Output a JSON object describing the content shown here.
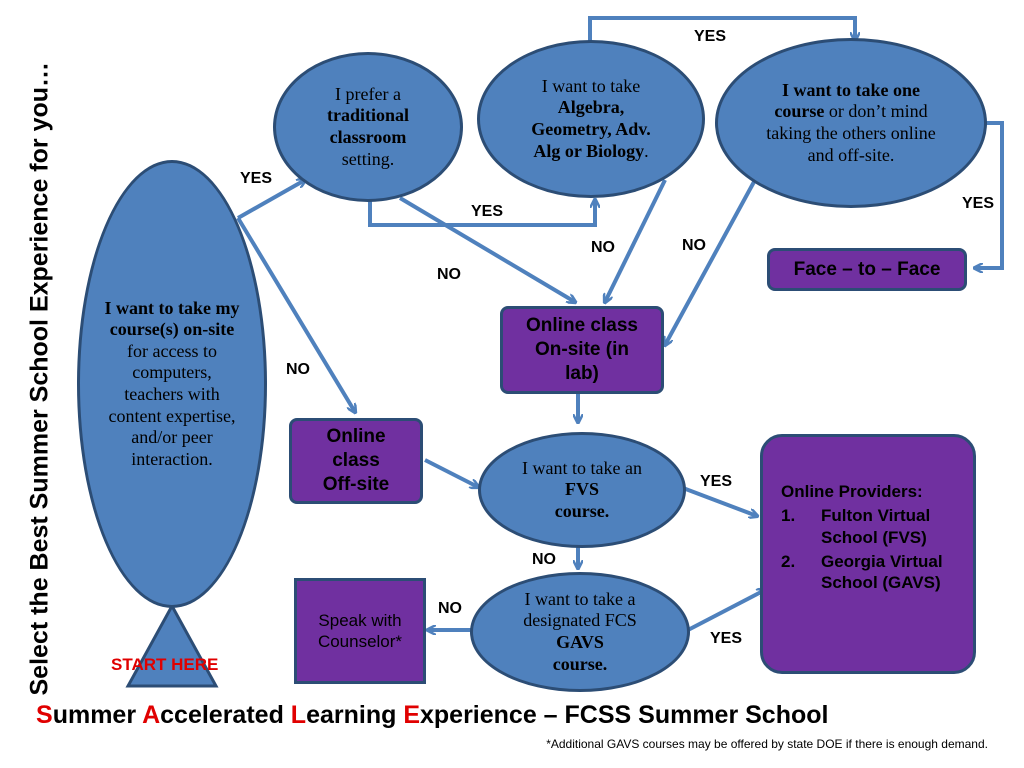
{
  "side_title": "Select the Best Summer School Experience for you…",
  "start_label": "START HERE",
  "nodes": {
    "onsite": {
      "pre": "I want to take my course(s) on-site",
      "post": " for access to computers, teachers with content expertise, and/or peer interaction."
    },
    "traditional": {
      "l1": "I prefer a",
      "b1": "traditional classroom",
      "l3": "setting."
    },
    "algebra": {
      "l1": "I want to take",
      "b1": "Algebra, Geometry, Adv. Alg or Biology",
      "post": "."
    },
    "one_course": {
      "b1": "I want to take one course",
      "post": " or don’t mind taking the others online and off-site."
    },
    "fvs": {
      "l1": "I want to take an ",
      "b1": "FVS",
      "b2": "course."
    },
    "gavs": {
      "l1": "I want to take a designated FCS ",
      "b1": "GAVS",
      "b2": "course."
    },
    "face": "Face – to – Face",
    "online_onsite": "Online class On-site (in lab)",
    "online_offsite": "Online class Off-site",
    "counselor": "Speak with Counselor*",
    "providers": {
      "title": "Online Providers:",
      "items": [
        {
          "num": "1.",
          "text": "Fulton Virtual School (FVS)"
        },
        {
          "num": "2.",
          "text": "Georgia Virtual School (GAVS)"
        }
      ]
    }
  },
  "edge_labels": {
    "yes_top": "YES",
    "yes_left": "YES",
    "yes_mid": "YES",
    "yes_right": "YES",
    "no_1": "NO",
    "no_2": "NO",
    "no_3": "NO",
    "no_left": "NO",
    "yes_fvs": "YES",
    "no_fvs": "NO",
    "no_gavs": "NO",
    "yes_gavs": "YES"
  },
  "footer": {
    "w1_first": "S",
    "w1_rest": "ummer ",
    "w2_first": "A",
    "w2_rest": "ccelerated ",
    "w3_first": "L",
    "w3_rest": "earning ",
    "w4_first": "E",
    "w4_rest": "xperience – FCSS Summer School",
    "note": "*Additional GAVS courses may be offered by state DOE if there is enough demand."
  },
  "colors": {
    "ellipse": "#4f81bd",
    "box": "#7030a0",
    "arrow": "#4f81bd",
    "accent_red": "#e00000"
  }
}
